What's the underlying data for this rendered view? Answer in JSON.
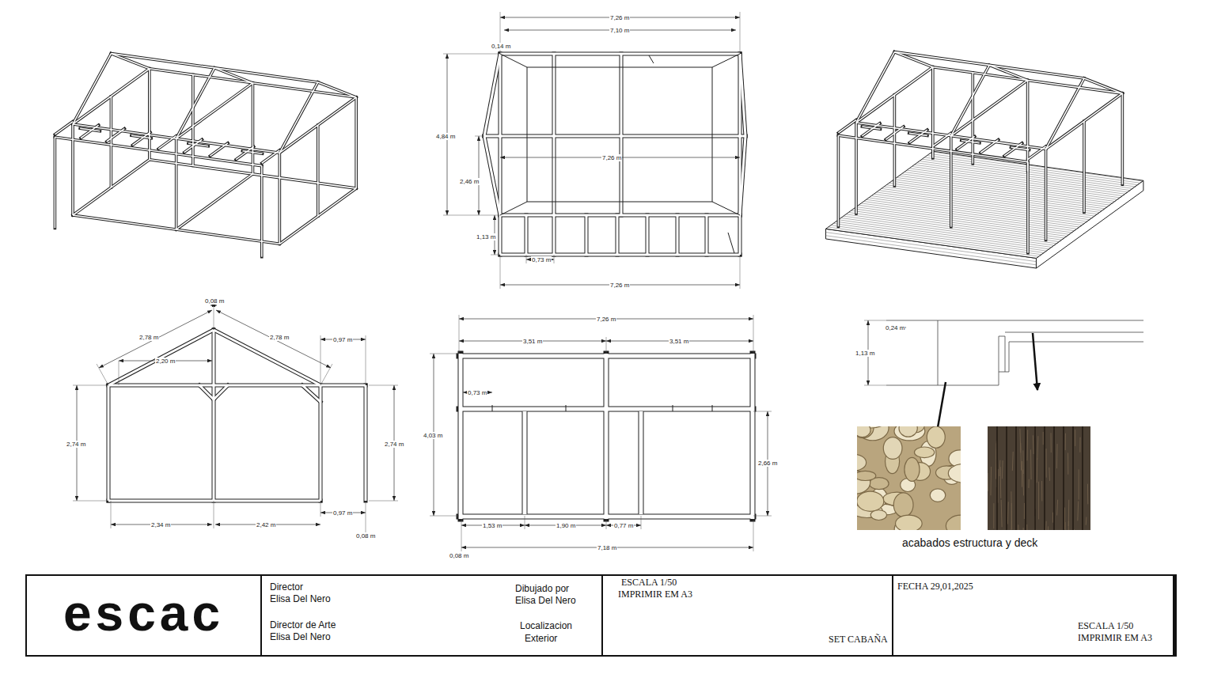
{
  "diagram": {
    "nodes": [
      {
        "text": [
          "escac"
        ]
      },
      {
        "text": [
          "Director",
          "Elisa Del Nero",
          "Dibujado por",
          "Elisa Del Nero",
          "Director de Arte",
          "Elisa Del Nero",
          "Localizacion",
          "Exterior"
        ]
      },
      {
        "text": [
          "ESCALA 1/50",
          "IMPRIMIR EM A3",
          "SET CABAÑA"
        ]
      },
      {
        "text": [
          "FECHA 29,01,2025",
          "ESCALA 1/50",
          "IMPRIMIR EM A3"
        ]
      }
    ],
    "labels": [
      "7,26 m",
      "7,10 m",
      "0,14 m",
      "4,84 m",
      "2,46 m",
      "7,26 m",
      "1,13 m",
      "0,73 m",
      "7,26 m",
      "0,08 m",
      "2,78 m",
      "2,78 m",
      "2,20 m",
      "0,97 m",
      "2,74 m",
      "2,74 m",
      "0,97 m",
      "2,34 m",
      "2,42 m",
      "0,08 m",
      "7,26 m",
      "3,51 m",
      "3,51 m",
      "0,73 m",
      "4,03 m",
      "2,66 m",
      "1,53 m",
      "1,90 m",
      "0,77 m",
      "7,18 m",
      "0,08 m",
      "0,24 m",
      "1,13 m",
      "acabados estructura y deck"
    ]
  }
}
